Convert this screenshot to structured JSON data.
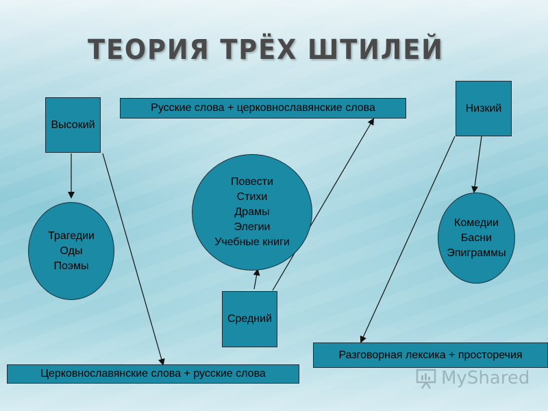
{
  "title": "ТЕОРИЯ ТРЁХ ШТИЛЕЙ",
  "styles": {
    "high": "Высокий",
    "middle": "Средний",
    "low": "Низкий"
  },
  "vocabulary": {
    "russian_church": "Русские слова + церковнославянские слова",
    "church_russian": "Церковнославянские слова + русские слова",
    "colloquial": "Разговорная лексика + просторечия"
  },
  "genres": {
    "high": [
      "Трагедии",
      "Оды",
      "Поэмы"
    ],
    "middle": [
      "Повести",
      "Стихи",
      "Драмы",
      "Элегии",
      "Учебные книги"
    ],
    "low": [
      "Комедии",
      "Басни",
      "Эпиграммы"
    ]
  },
  "watermark": "MyShared",
  "colors": {
    "shape_fill": "#1b8aa4",
    "border": "#1a2d3a",
    "title": "#4a4a4a"
  }
}
